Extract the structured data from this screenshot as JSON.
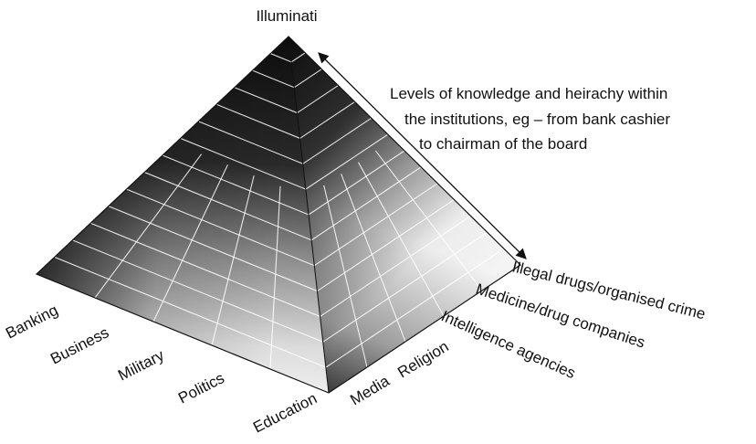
{
  "apex_label": "Illuminati",
  "annotation": {
    "lines": [
      "Levels of knowledge and heirachy within",
      "the institutions, eg – from bank cashier",
      "to chairman of the board"
    ]
  },
  "left_face_labels": [
    "Banking",
    "Business",
    "Military",
    "Politics",
    "Education"
  ],
  "right_face_labels": [
    "Media",
    "Religion",
    "Intelligence agencies",
    "Medicine/drug companies",
    "Illegal drugs/organised crime"
  ],
  "colors": {
    "ink": "#111111",
    "grid": "#ffffff",
    "dark": "#141414",
    "light": "#f4f4f4"
  }
}
